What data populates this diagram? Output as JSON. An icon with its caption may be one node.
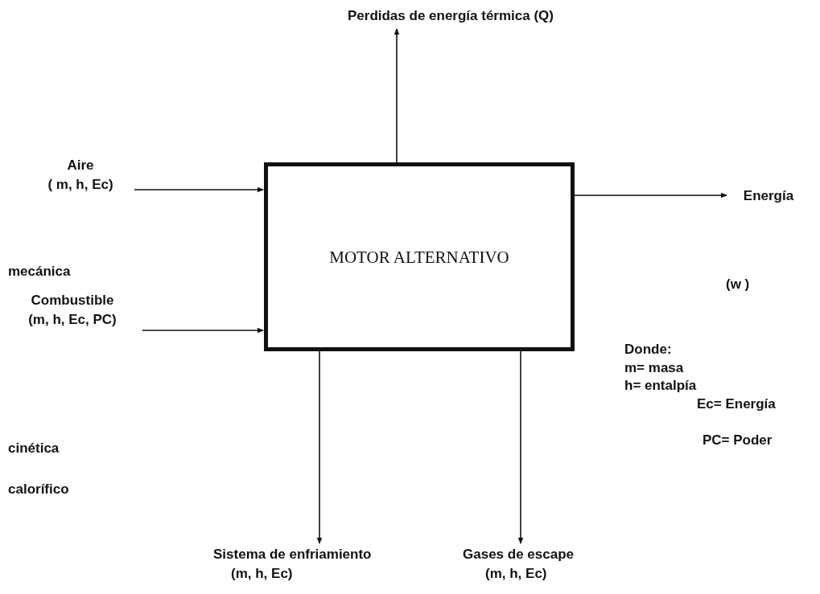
{
  "diagram": {
    "nodes": [
      {
        "text": [
          "MOTOR ALTERNATIVO"
        ]
      },
      {
        "text": [
          "Perdidas de energía térmica  (Q)"
        ]
      },
      {
        "text": [
          "Aire",
          "( m, h, Ec)"
        ]
      },
      {
        "text": [
          "Combustible",
          "(m, h, Ec, PC)"
        ]
      },
      {
        "text": [
          "Energía"
        ]
      },
      {
        "text": [
          "Sistema de enfriamiento",
          "(m, h, Ec)"
        ]
      },
      {
        "text": [
          "Gases de escape",
          "(m, h, Ec)"
        ]
      }
    ],
    "edges": [
      {
        "from": 0,
        "to": 1,
        "arrow": "to"
      },
      {
        "from": 2,
        "to": 0,
        "arrow": "to"
      },
      {
        "from": 3,
        "to": 0,
        "arrow": "to"
      },
      {
        "from": 0,
        "to": 4,
        "arrow": "to"
      },
      {
        "from": 0,
        "to": 5,
        "arrow": "to"
      },
      {
        "from": 0,
        "to": 6,
        "arrow": "to"
      }
    ],
    "labels": [
      "mecánica",
      "(w )",
      "Donde:",
      "m= masa",
      "h= entalpía",
      "Ec= Energía",
      "cinética",
      "PC= Poder",
      "calorífico"
    ]
  }
}
